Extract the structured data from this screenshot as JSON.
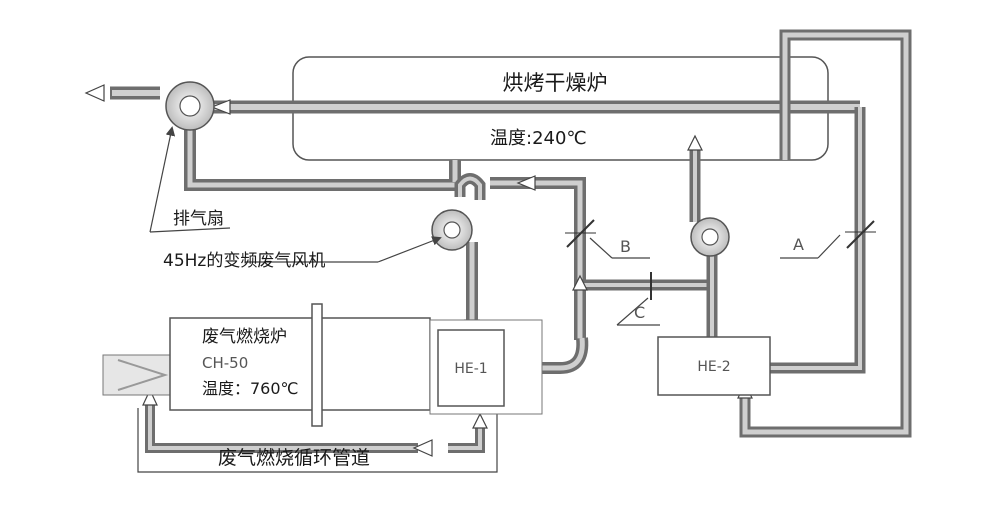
{
  "oven": {
    "title": "烘烤干燥炉",
    "temp": "温度:240℃"
  },
  "burner": {
    "title": "废气燃烧炉",
    "model": "CH-50",
    "temp": "温度：760℃"
  },
  "exchangers": {
    "he1": "HE-1",
    "he2": "HE-2"
  },
  "labels": {
    "exhaust_fan": "排气扇",
    "vfd_fan": "45Hz的变频废气风机",
    "recirc": "废气燃烧循环管道",
    "valve_a": "A",
    "valve_b": "B",
    "valve_c": "C"
  },
  "colors": {
    "pipe_dark": "#6e6e6e",
    "pipe_light": "#cfcfcf",
    "line": "#444444"
  }
}
